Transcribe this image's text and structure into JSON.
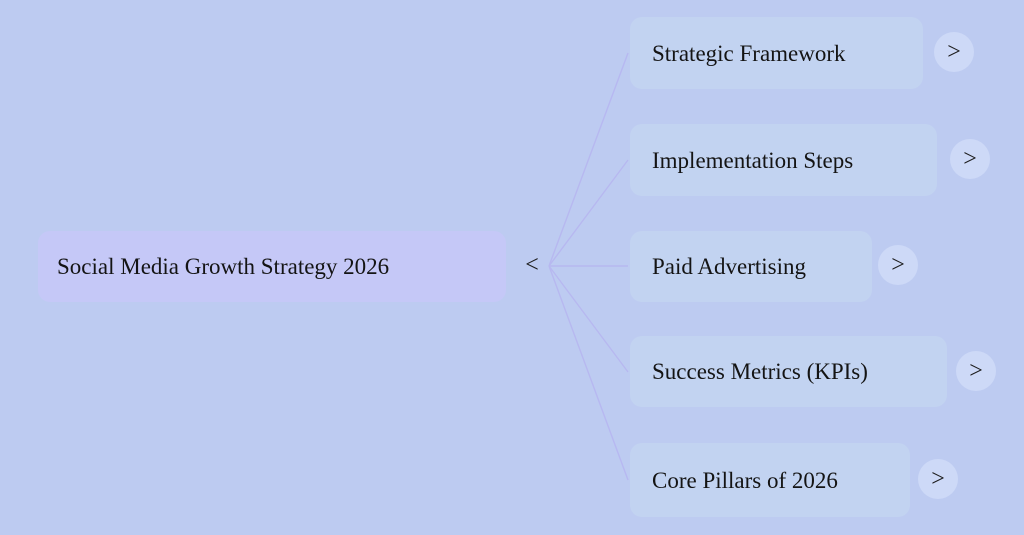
{
  "mindmap": {
    "root": {
      "label": "Social Media Growth Strategy 2026",
      "collapse_glyph": "<"
    },
    "children": [
      {
        "label": "Strategic Framework",
        "expand_glyph": ">"
      },
      {
        "label": "Implementation Steps",
        "expand_glyph": ">"
      },
      {
        "label": "Paid Advertising",
        "expand_glyph": ">"
      },
      {
        "label": "Success Metrics (KPIs)",
        "expand_glyph": ">"
      },
      {
        "label": "Core Pillars of 2026",
        "expand_glyph": ">"
      }
    ],
    "colors": {
      "background": "#bdcbf1",
      "root_node_fill": "#c5c8f7",
      "child_node_fill": "#c2d3f1",
      "connector": "#b3aaf0",
      "text": "#141414",
      "expand_circle": "#cdd9f7"
    }
  }
}
